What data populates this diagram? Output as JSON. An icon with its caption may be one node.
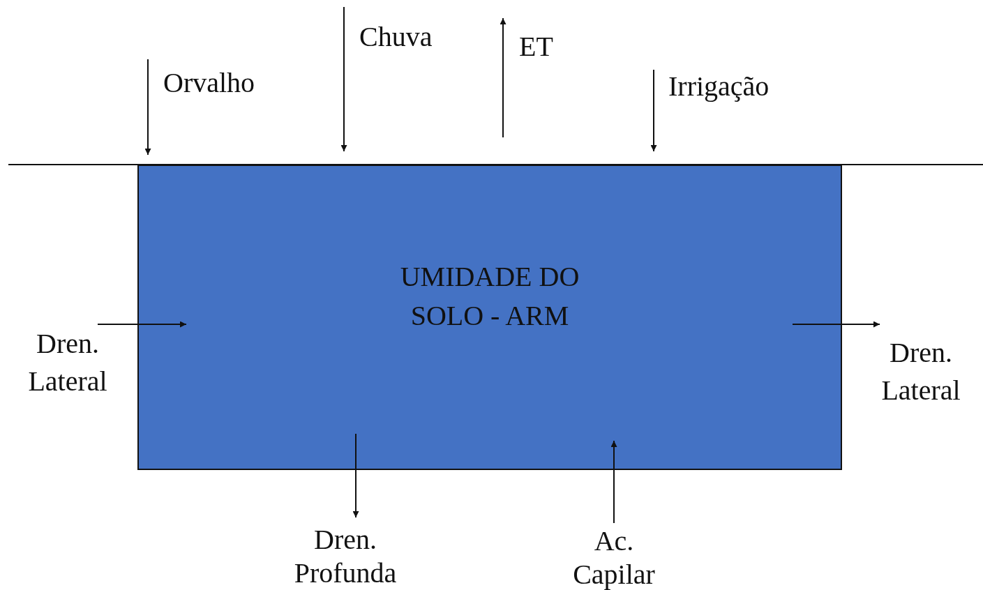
{
  "diagram": {
    "nodes": [
      {
        "text": [
          "UMIDADE DO SOLO - ARM"
        ]
      },
      {
        "text": [
          "Dren. Profunda"
        ]
      },
      {
        "text": [
          "Ac. Capilar"
        ]
      }
    ],
    "edges": [
      {
        "from": null,
        "to": 0,
        "arrow": "to",
        "label": "Orvalho"
      },
      {
        "from": null,
        "to": 0,
        "arrow": "to",
        "label": "Chuva"
      },
      {
        "from": 0,
        "to": null,
        "arrow": "to",
        "label": "ET"
      },
      {
        "from": null,
        "to": 0,
        "arrow": "to",
        "label": "Irrigação"
      },
      {
        "from": null,
        "to": 0,
        "arrow": "to",
        "label": "Dren. Lateral"
      },
      {
        "from": 0,
        "to": null,
        "arrow": "to",
        "label": "Dren. Lateral"
      },
      {
        "from": 0,
        "to": 1,
        "arrow": "to"
      },
      {
        "from": 2,
        "to": 0,
        "arrow": "to"
      }
    ]
  }
}
